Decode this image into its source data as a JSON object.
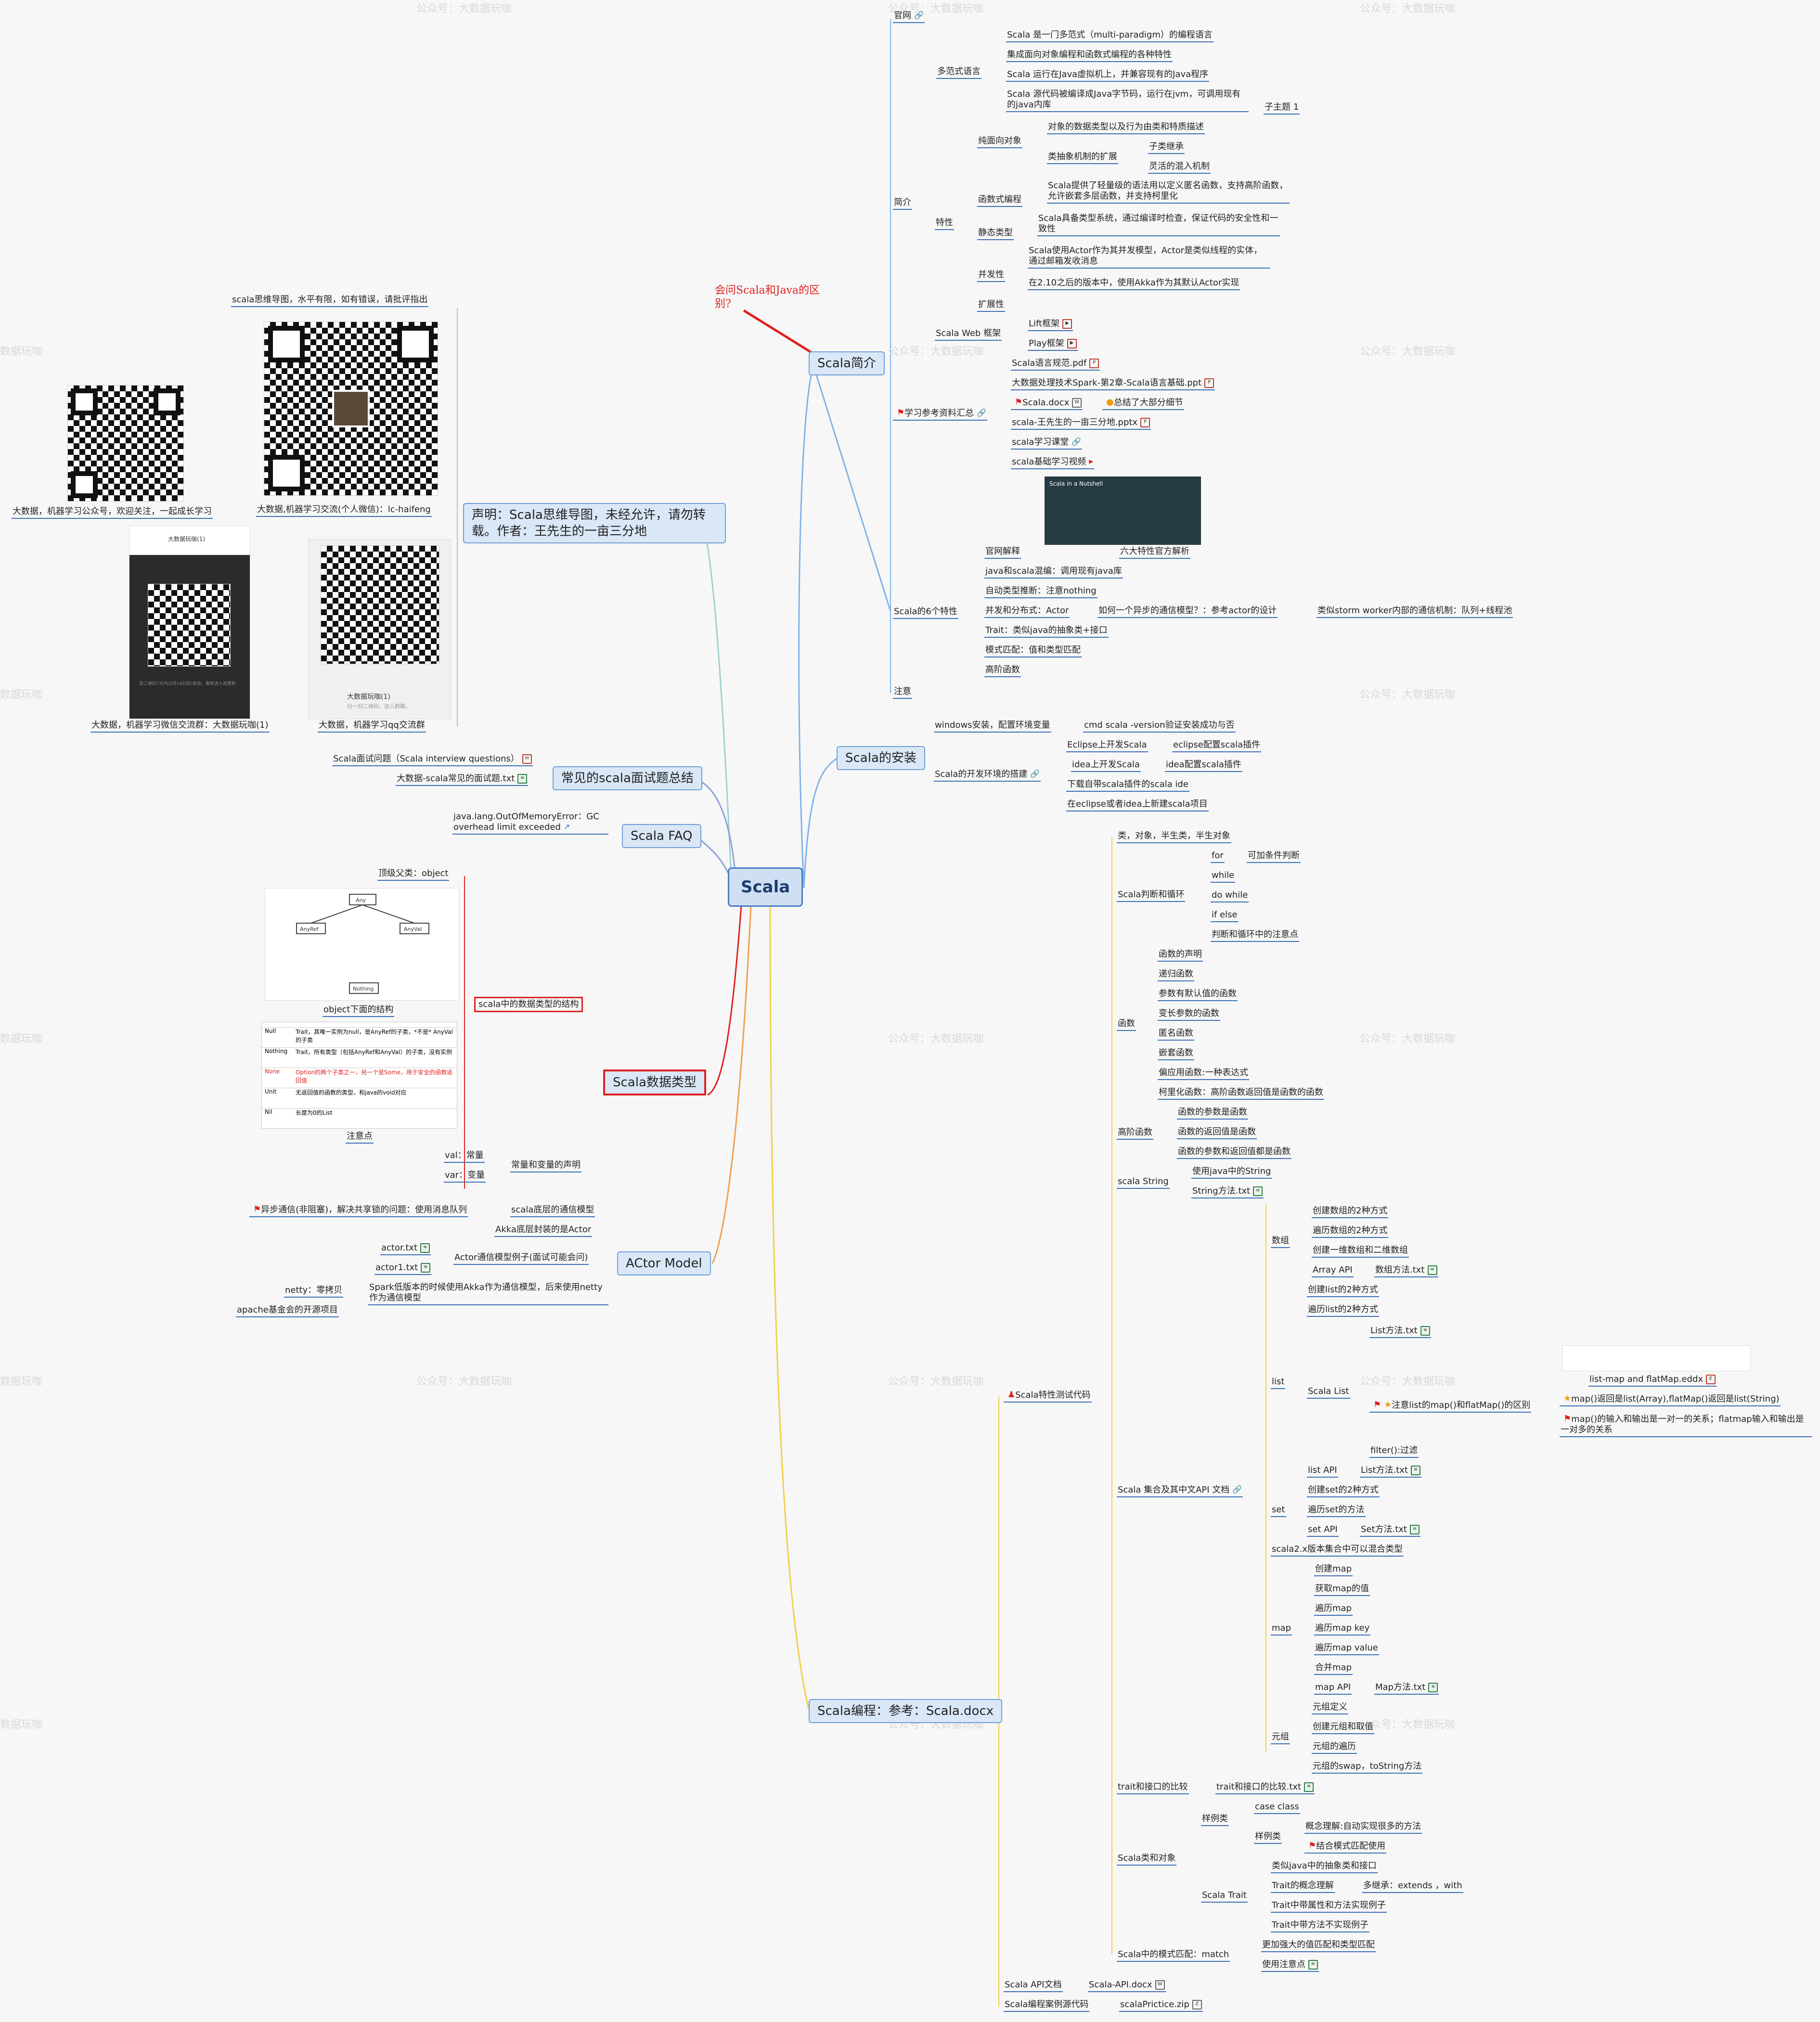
{
  "watermarks": [
    {
      "text": "公众号：大数据玩咖",
      "pos": "tl"
    },
    {
      "text": "数据玩咖",
      "pos": "l"
    }
  ],
  "root": "Scala",
  "callout": "会问Scala和Java的区别?",
  "intro": {
    "title": "Scala简介",
    "official": "官网",
    "paradigm": "多范式语言",
    "paradigm_items": [
      "Scala 是一门多范式（multi-paradigm）的编程语言",
      "集成面向对象编程和函数式编程的各种特性",
      "Scala 运行在Java虚拟机上，并兼容现有的Java程序",
      "Scala 源代码被编译成Java字节码，运行在jvm，可调用现有的java内库"
    ],
    "subtopic": "子主题 1",
    "overview": "简介",
    "features": "特性",
    "oo": "纯面向对象",
    "oo_items": [
      "对象的数据类型以及行为由类和特质描述",
      "类抽象机制的扩展"
    ],
    "oo_ext": [
      "子类继承",
      "灵活的混入机制"
    ],
    "functional": "函数式编程",
    "functional_item": "Scala提供了轻量级的语法用以定义匿名函数，支持高阶函数，允许嵌套多层函数，并支持柯里化",
    "static": "静态类型",
    "static_item": "Scala具备类型系统，通过编译时检查，保证代码的安全性和一致性",
    "concurrent": "并发性",
    "concurrent_items": [
      "Scala使用Actor作为其并发模型，Actor是类似线程的实体，通过邮箱发收消息",
      "在2.10之后的版本中，使用Akka作为其默认Actor实现"
    ],
    "extensible": "扩展性",
    "web": "Scala Web 框架",
    "web_items": [
      "Lift框架",
      "Play框架"
    ],
    "refs": "学习参考资料汇总",
    "ref_items": [
      "Scala语言规范.pdf",
      "大数据处理技术Spark-第2章-Scala语言基础.ppt",
      "Scala.docx",
      "scala-王先生的一亩三分地.pptx",
      "scala学习课堂",
      "scala基础学习视频"
    ],
    "ref_note": "总结了大部分细节",
    "six": "Scala的6个特性",
    "six_official": "官网解释",
    "six_thumb_title": "Scala in a Nutshell",
    "six_thumb_caption": "六大特性官方解析",
    "six_items": [
      "java和scala混编：调用现有java库",
      "自动类型推断：注意nothing",
      "并发和分布式：Actor",
      "Trait：类似java的抽象类+接口",
      "模式匹配：值和类型匹配",
      "高阶函数"
    ],
    "actor_q": "如何一个异步的通信模型？：参考actor的设计",
    "actor_a": "类似storm worker内部的通信机制：队列+线程池",
    "note": "注意"
  },
  "install": {
    "title": "Scala的安装",
    "windows": "windows安装，配置环境变量",
    "cmd": "cmd scala -version验证安装成功与否",
    "dev": "Scala的开发环境的搭建",
    "dev_items": [
      "Eclipse上开发Scala",
      "idea上开发Scala",
      "下载自带scala插件的scala ide",
      "在eclipse或者idea上新建scala项目"
    ],
    "dev_sub": [
      "eclipse配置scala插件",
      "idea配置scala插件"
    ]
  },
  "programming": {
    "title": "Scala编程：参考：Scala.docx",
    "test": "Scala特性测试代码",
    "classes": "类，对象，半生类，半生对象",
    "loop": "Scala判断和循环",
    "loop_items": [
      "for",
      "while",
      "do while",
      "if else",
      "判断和循环中的注意点"
    ],
    "for_note": "可加条件判断",
    "fn": "函数",
    "fn_items": [
      "函数的声明",
      "递归函数",
      "参数有默认值的函数",
      "变长参数的函数",
      "匿名函数",
      "嵌套函数",
      "偏应用函数:一种表达式",
      "柯里化函数：高阶函数返回值是函数的函数"
    ],
    "hof": "高阶函数",
    "hof_items": [
      "函数的参数是函数",
      "函数的返回值是函数",
      "函数的参数和返回值都是函数"
    ],
    "str": "scala String",
    "str_items": [
      "使用java中的String",
      "String方法.txt"
    ],
    "coll": "Scala 集合及其中文API 文档",
    "arr": "数组",
    "arr_items": [
      "创建数组的2种方式",
      "遍历数组的2种方式",
      "创建一维数组和二维数组",
      "Array API"
    ],
    "arr_api": "数组方法.txt",
    "list": "list",
    "list_items": [
      "创建list的2种方式",
      "遍历list的2种方式"
    ],
    "slist": "Scala List",
    "slist_items": [
      "List方法.txt",
      "注意list的map()和flatMap()的区别",
      "filter():过滤"
    ],
    "flat_items": [
      "list-map and flatMap.eddx",
      "map()返回是list(Array),flatMap()返回是list(String)",
      "map()的输入和输出是一对一的关系；flatmap输入和输出是一对多的关系"
    ],
    "list_api": "list API",
    "list_api_file": "List方法.txt",
    "set": "set",
    "set_items": [
      "创建set的2种方式",
      "遍历set的方法",
      "set API"
    ],
    "set_api_file": "Set方法.txt",
    "mix": "scala2.x版本集合中可以混合类型",
    "map": "map",
    "map_items": [
      "创建map",
      "获取map的值",
      "遍历map",
      "遍历map key",
      "遍历map value",
      "合并map",
      "map API"
    ],
    "map_api_file": "Map方法.txt",
    "tuple": "元组",
    "tuple_items": [
      "元组定义",
      "创建元组和取值",
      "元组的遍历",
      "元组的swap，toString方法"
    ],
    "trait_cmp": "trait和接口的比较",
    "trait_cmp_file": "trait和接口的比较.txt",
    "co": "Scala类和对象",
    "case": "样例类",
    "case_items": [
      "case class",
      "样例类"
    ],
    "case_sub": [
      "概念理解:自动实现很多的方法",
      "结合模式匹配使用"
    ],
    "strait": "Scala Trait",
    "strait_items": [
      "类似java中的抽象类和接口",
      "Trait的概念理解",
      "Trait中带属性和方法实现例子",
      "Trait中带方法不实现例子"
    ],
    "multi": "多继承：extends ，with",
    "match": "Scala中的模式匹配：match",
    "match_items": [
      "更加强大的值匹配和类型匹配",
      "使用注意点"
    ],
    "api": "Scala API文档",
    "api_file": "Scala-API.docx",
    "cases": "Scala编程案例源代码",
    "cases_file": "scalaPrictice.zip"
  },
  "left": {
    "statement": "声明：Scala思维导图，未经允许，请勿转载。作者：王先生的一亩三分地",
    "qr_top": "scala思维导图，水平有限，如有错误，请批评指出",
    "qr1": "大数据,机器学习交流(个人微信)：lc-haifeng",
    "qr2": "大数据，机器学习公众号，欢迎关注，一起成长学习",
    "qr3": "大数据，机器学习微信交流群：大数据玩咖(1)",
    "qr4": "大数据，机器学习qq交流群",
    "qr3_header": "大数据玩咖(1)",
    "qr4_footer": "大数据玩咖(1)",
    "qr4_hint": "扫一扫二维码，加入群聊。",
    "qr3_hint": "该二维码7天内(2月14日前)有效，重新进入将更新",
    "interview": "常见的scala面试题总结",
    "interview_items": [
      "Scala面试问题（Scala interview questions）",
      "大数据-scala常见的面试题.txt"
    ],
    "faq": "Scala FAQ",
    "faq_item": "java.lang.OutOfMemoryError：GC overhead limit exceeded",
    "types": "Scala数据类型",
    "types_struct": "scala中的数据类型的结构",
    "top": "顶级父类：object",
    "object_struct": "object下面的结构",
    "tree_nodes": [
      "Any",
      "AnyRef",
      "AnyVal",
      "Nothing"
    ],
    "notes": "注意点",
    "table": [
      [
        "Null",
        "Trait，其唯一实例为null，是AnyRef的子类，*不是* AnyVal的子类"
      ],
      [
        "Nothing",
        "Trait，所有类型（包括AnyRef和AnyVal）的子类，没有实例"
      ],
      [
        "None",
        "Option的两个子类之一，另一个是Some，用于安全的函数返回值"
      ],
      [
        "Unit",
        "无返回值的函数的类型，和java的void对应"
      ],
      [
        "Nil",
        "长度为0的List"
      ]
    ],
    "decl": "常量和变量的声明",
    "decl_items": [
      "val：常量",
      "var：变量"
    ],
    "actor": "ACtor Model",
    "comm": "scala底层的通信模型",
    "comm_note": "异步通信(非阻塞)，解决共享锁的问题：使用消息队列",
    "akka": "Akka底层封装的是Actor",
    "actor_ex": "Actor通信模型例子(面试可能会问)",
    "actor_files": [
      "actor.txt",
      "actor1.txt"
    ],
    "spark": "Spark低版本的时候使用Akka作为通信模型，后来使用netty作为通信模型",
    "netty": [
      "netty：零拷贝",
      "apache基金会的开源项目"
    ]
  },
  "colors": {
    "accent": "#3b6fb6",
    "red": "#e02020",
    "root_bg": "#cfe0f5"
  }
}
